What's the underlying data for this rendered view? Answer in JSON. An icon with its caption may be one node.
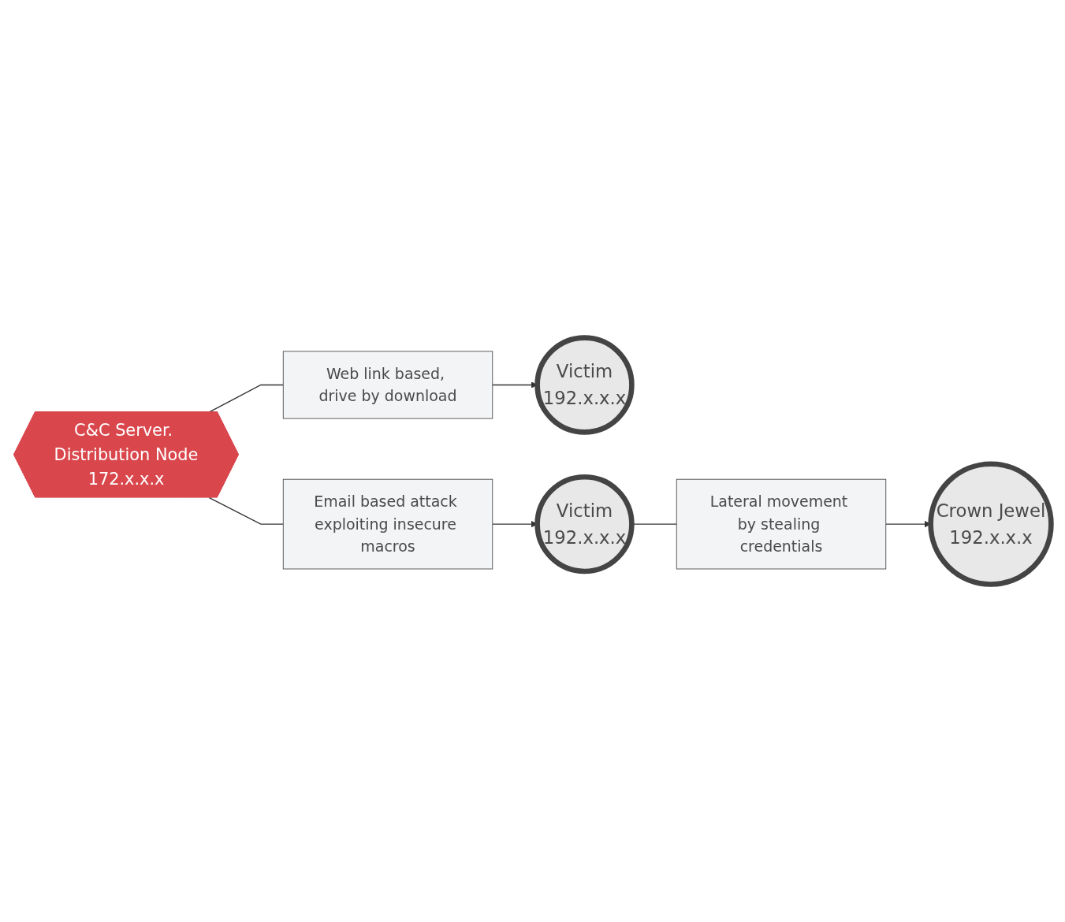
{
  "diagram": {
    "nodes": [
      {
        "text": [
          "Web link based, drive by download"
        ]
      },
      {
        "text": [
          "Victim",
          "192.x.x.x"
        ]
      },
      {
        "text": [
          "C&C Server. Distribution Node",
          "172.x.x.x"
        ]
      },
      {
        "text": [
          "Crown Jewel",
          "192.x.x.x"
        ]
      },
      {
        "text": [
          "Email based attack exploiting insecure macros"
        ]
      },
      {
        "text": [
          "Victim",
          "192.x.x.x"
        ]
      },
      {
        "text": [
          "Lateral movement by stealing credentials"
        ]
      }
    ],
    "edges": [
      {
        "from": 2,
        "to": 0,
        "arrow": "none"
      },
      {
        "from": 0,
        "to": 1,
        "arrow": "to"
      },
      {
        "from": 2,
        "to": 4,
        "arrow": "none"
      },
      {
        "from": 4,
        "to": 5,
        "arrow": "to"
      },
      {
        "from": 5,
        "to": 6,
        "arrow": "none"
      },
      {
        "from": 6,
        "to": 3,
        "arrow": "to"
      }
    ]
  }
}
